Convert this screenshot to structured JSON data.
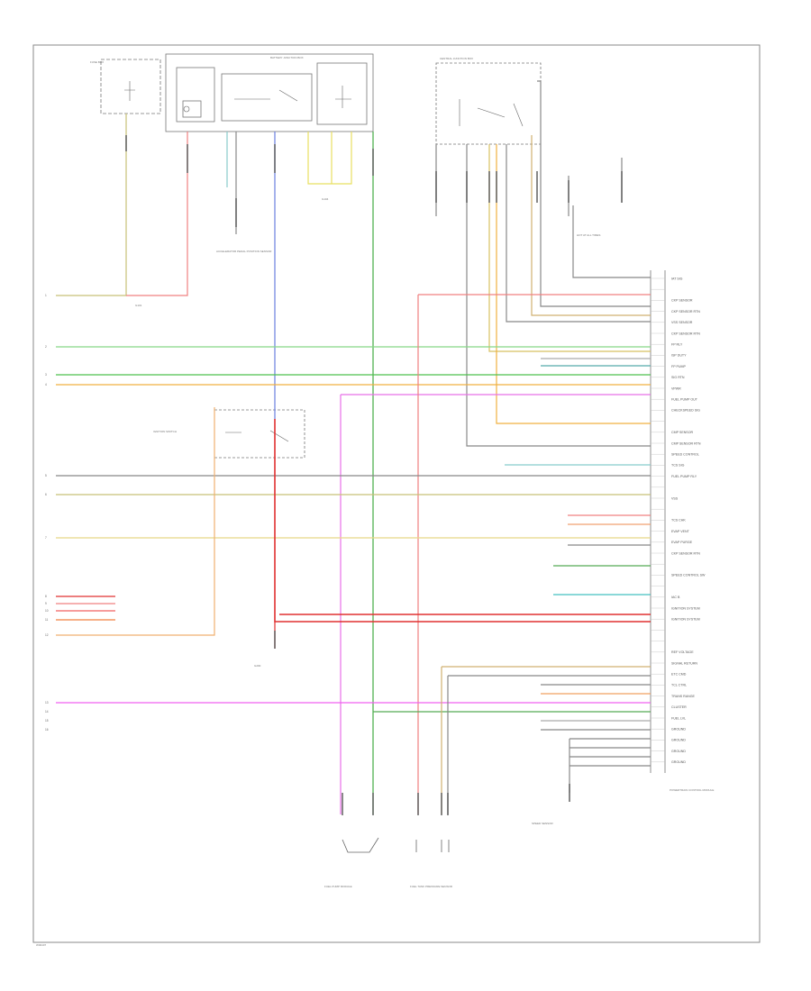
{
  "diagram": {
    "left_pin_numbers": [
      "1",
      "2",
      "3",
      "4",
      "5",
      "6",
      "7",
      "8",
      "9",
      "10",
      "11",
      "12",
      "13",
      "14",
      "15",
      "16"
    ],
    "right_terminal_labels": [
      "IAT SIG",
      "",
      "CKP SENSOR",
      "CKP SENSOR RTN",
      "VSS SENSOR",
      "CKP SENSOR RTN",
      "FP RLY",
      "ISP DUTY",
      "FP PUMP",
      "SIG RTN",
      "VPWR",
      "FUEL PUMP OUT",
      "CHECKSPEED SIG",
      "",
      "CMP SENSOR",
      "CMP SENSOR RTN",
      "SPEED CONTROL",
      "TCS SIG",
      "FUEL PUMP RLY",
      "",
      "VSS",
      "",
      "TCS CHK",
      "EVAP VENT",
      "EVAP PURGE",
      "CKP SENSOR RTN",
      "",
      "SPEED CONTROL SW",
      "",
      "IAC B",
      "IGNITION SYSTEM",
      "IGNITION SYSTEM",
      "",
      "",
      "REF VOLTAGE",
      "SIGNAL RETURN",
      "ETC CMD",
      "TCL CTRL",
      "TRANS RANGE",
      "CLUSTER",
      "FUEL LVL",
      "GROUND",
      "GROUND",
      "GROUND",
      "GROUND"
    ],
    "component_labels": {
      "powertrain_control_module": "POWERTRAIN CONTROL MODULE",
      "fuel_tank_pressure_sensor": "FUEL TANK PRESSURE SENSOR",
      "accelerator_pedal_sensor": "ACCELERATOR PEDAL POSITION SENSOR",
      "left_front_wheel_speed": "SPEED SENSOR",
      "fuel_pump_module": "FUEL PUMP MODULE",
      "ground_g104": "G104",
      "ground_g200": "G200",
      "ignition_switch": "IGNITION SWITCH",
      "battery_junction_box": "BATTERY JUNCTION BOX",
      "central_junction_box": "CENTRAL JUNCTION BOX",
      "fuse_box": "FUSE BOX",
      "hot_at_all_times": "HOT AT ALL TIMES",
      "ground_left_bot": "G101"
    },
    "footer_code": "W00407"
  }
}
